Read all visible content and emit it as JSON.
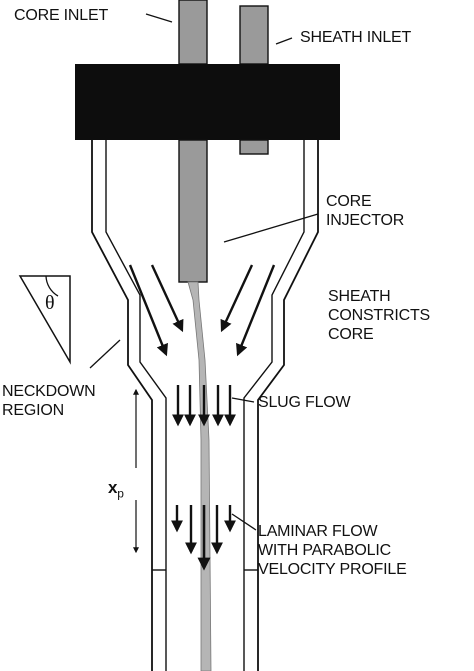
{
  "labels": {
    "core_inlet": "CORE INLET",
    "sheath_inlet": "SHEATH INLET",
    "core_injector": "CORE\nINJECTOR",
    "sheath_constricts_core": "SHEATH\nCONSTRICTS\nCORE",
    "theta": "θ",
    "neckdown_region": "NECKDOWN\nREGION",
    "slug_flow": "SLUG FLOW",
    "x_main": "x",
    "x_sub": "p",
    "laminar_flow": "LAMINAR FLOW\nWITH PARABOLIC\nVELOCITY PROFILE"
  },
  "colors": {
    "ink": "#111111",
    "block": "#0d0d0d",
    "tube_fill": "#9a9a9a",
    "core_stream": "#b5b5b5",
    "background": "#ffffff"
  }
}
